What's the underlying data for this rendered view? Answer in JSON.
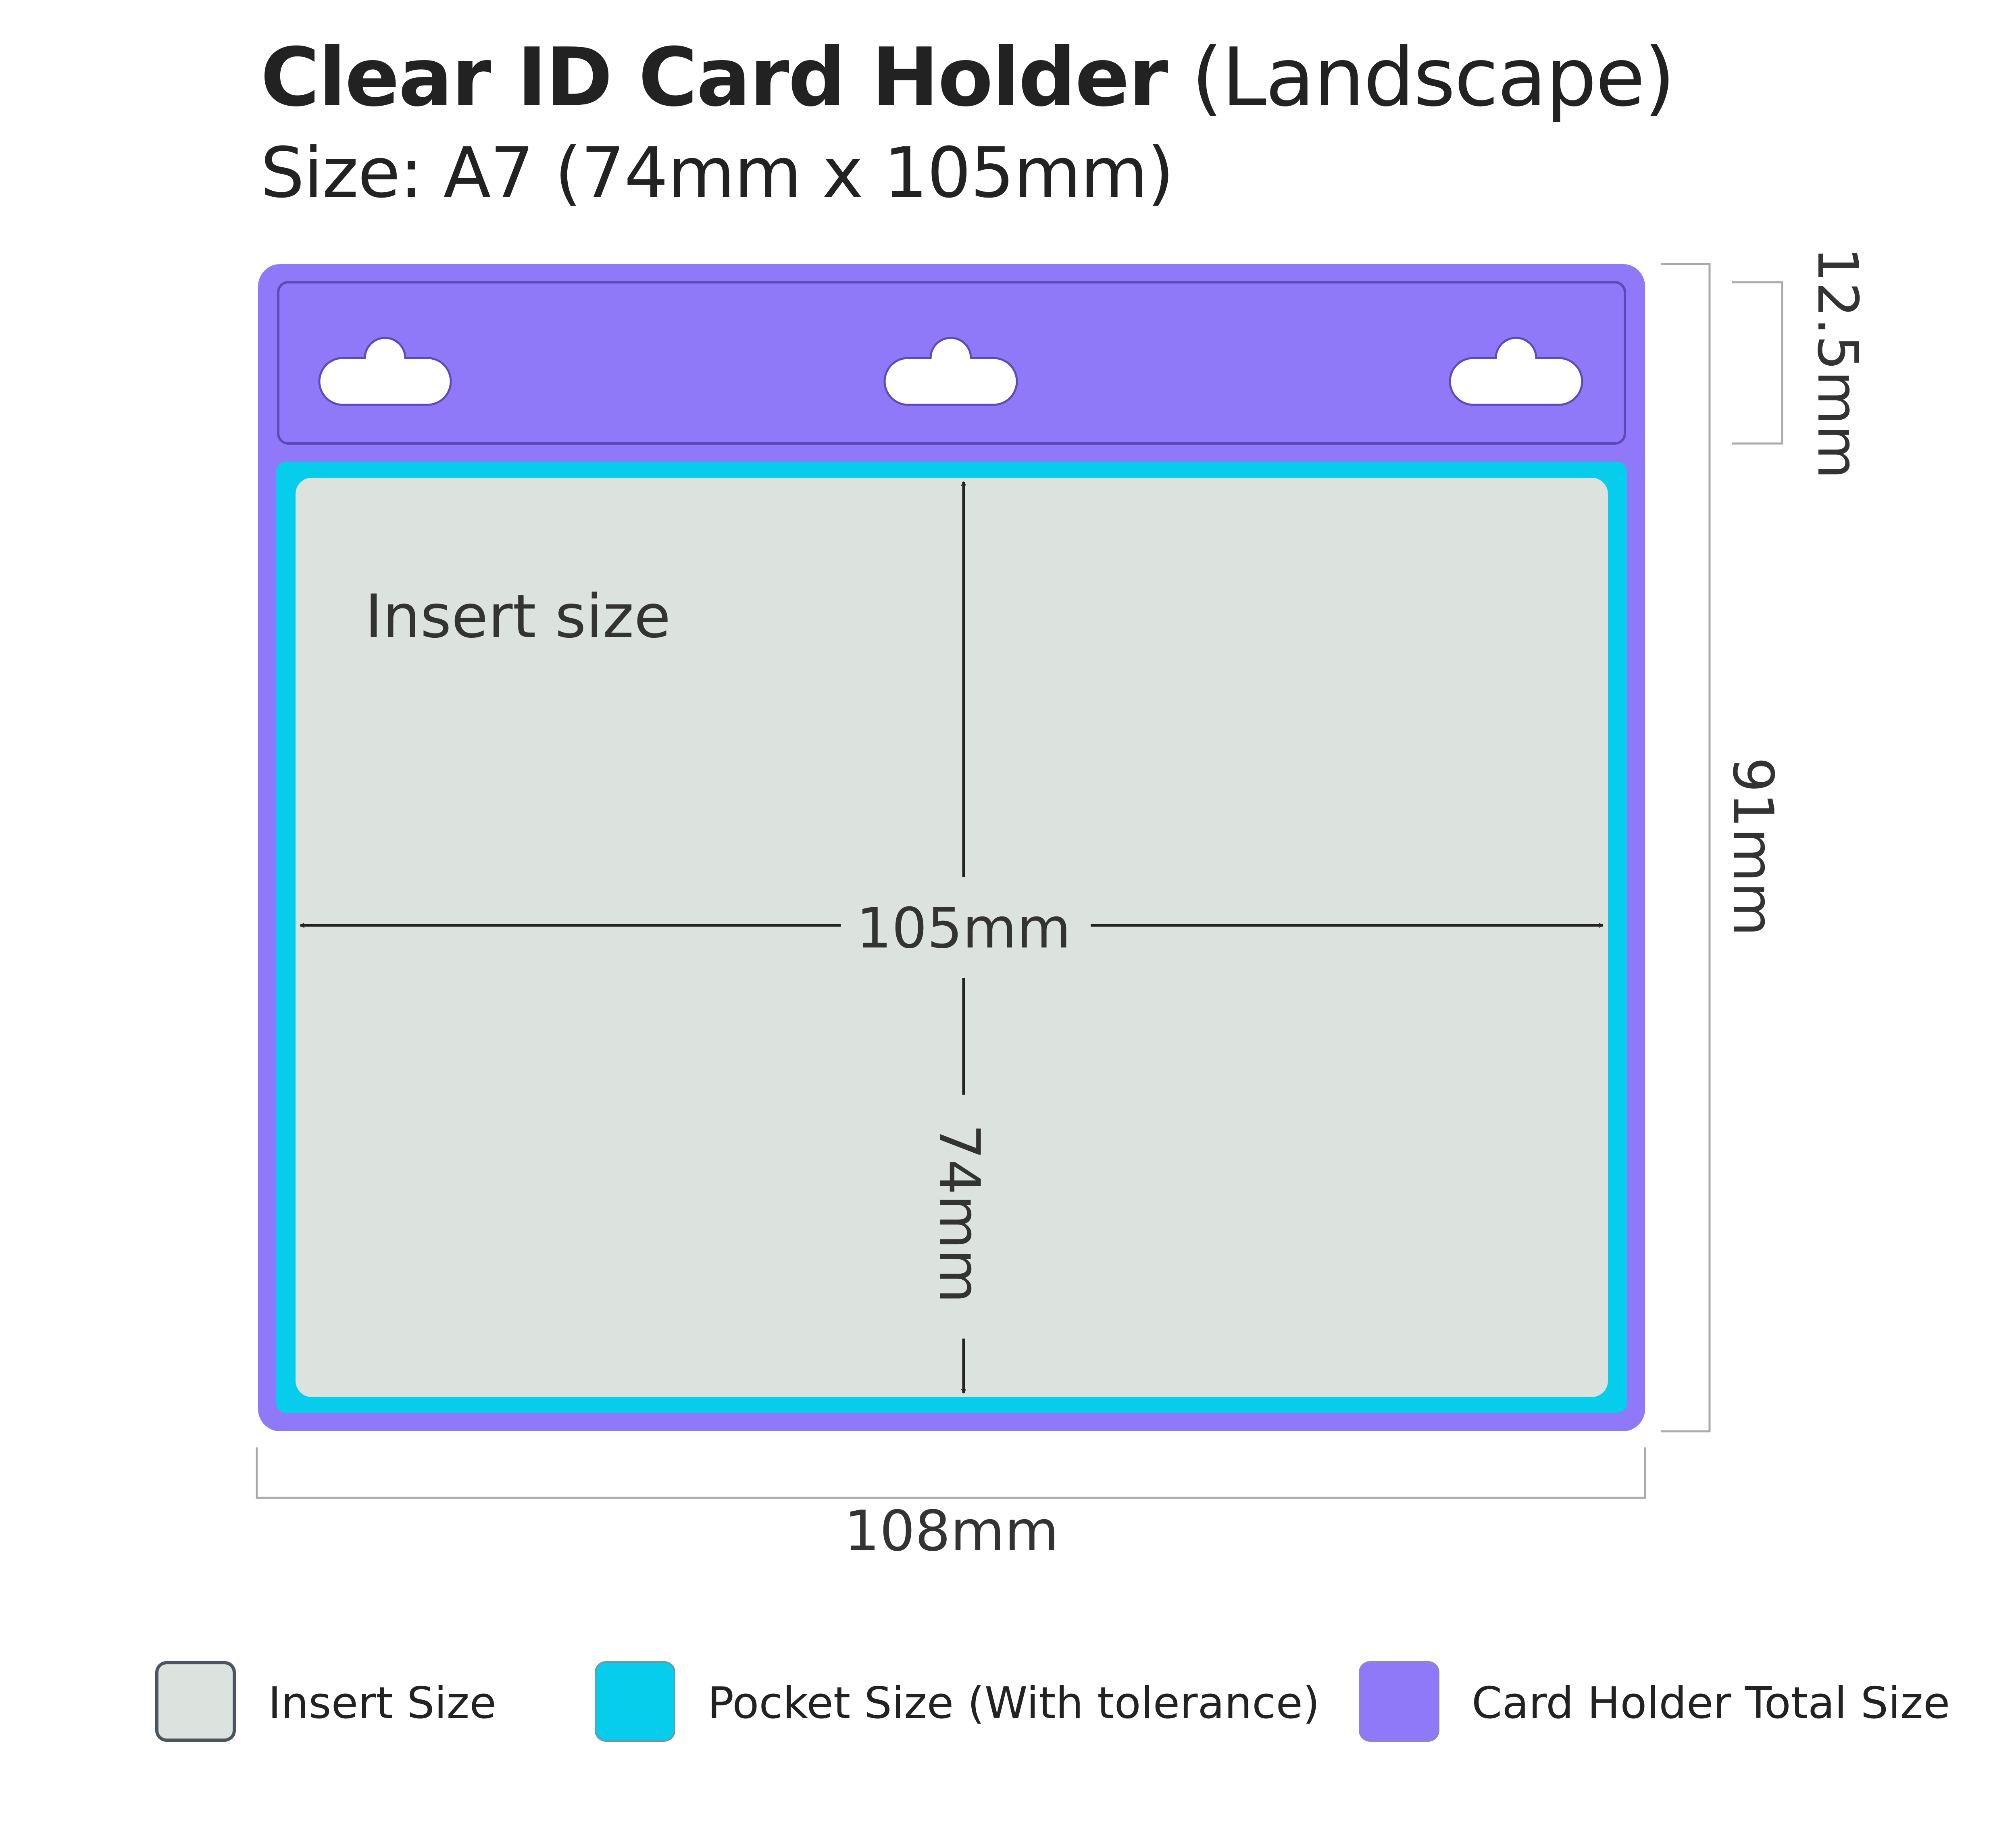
{
  "header": {
    "title_bold": "Clear ID Card Holder",
    "title_light": "(Landscape)",
    "subtitle": "Size: A7 (74mm x 105mm)"
  },
  "diagram": {
    "insert_label": "Insert size",
    "dim_insert_width": "105mm",
    "dim_insert_height": "74mm",
    "dim_holder_width": "108mm",
    "dim_holder_height": "91mm",
    "dim_header_height": "12.5mm"
  },
  "legend": {
    "insert": "Insert Size",
    "pocket": "Pocket Size (With tolerance)",
    "holder": "Card Holder Total Size"
  },
  "colors": {
    "holder": "#9079F8",
    "pocket": "#05CDEB",
    "insert": "#DCE2DE",
    "line": "#222222",
    "dim_line": "#AAAAAA"
  }
}
